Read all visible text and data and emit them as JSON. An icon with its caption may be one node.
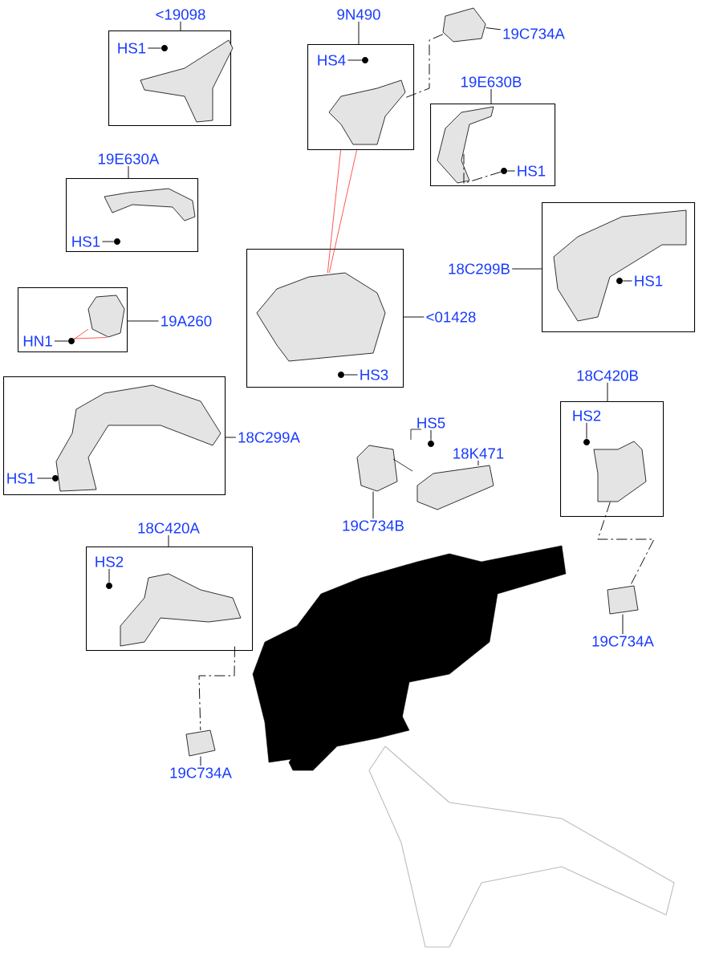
{
  "diagram": {
    "nodes": [
      {
        "text": [
          "<19098"
        ]
      },
      {
        "text": [],
        "shape": "box"
      },
      {
        "text": [
          "HS1"
        ],
        "in": 1
      },
      {
        "text": [],
        "shape": "circle",
        "in": 1
      },
      {
        "text": [],
        "shape": "picture",
        "in": 1
      },
      {
        "text": [
          "9N490"
        ]
      },
      {
        "text": [],
        "shape": "box"
      },
      {
        "text": [
          "HS4"
        ],
        "in": 6
      },
      {
        "text": [],
        "shape": "circle",
        "in": 6
      },
      {
        "text": [],
        "shape": "picture",
        "in": 6
      },
      {
        "text": [],
        "shape": "picture"
      },
      {
        "text": [
          "19C734A"
        ]
      },
      {
        "text": [
          "19E630B"
        ]
      },
      {
        "text": [],
        "shape": "box"
      },
      {
        "text": [],
        "shape": "picture",
        "in": 13
      },
      {
        "text": [],
        "shape": "circle",
        "in": 13
      },
      {
        "text": [
          "HS1"
        ],
        "in": 13
      },
      {
        "text": [
          "19E630A"
        ]
      },
      {
        "text": [],
        "shape": "box"
      },
      {
        "text": [],
        "shape": "picture",
        "in": 18
      },
      {
        "text": [
          "HS1"
        ],
        "in": 18
      },
      {
        "text": [],
        "shape": "circle",
        "in": 18
      },
      {
        "text": [
          "18C299B"
        ]
      },
      {
        "text": [],
        "shape": "box"
      },
      {
        "text": [],
        "shape": "picture",
        "in": 23
      },
      {
        "text": [],
        "shape": "circle",
        "in": 23
      },
      {
        "text": [
          "HS1"
        ],
        "in": 23
      },
      {
        "text": [],
        "shape": "box"
      },
      {
        "text": [],
        "shape": "picture",
        "in": 27
      },
      {
        "text": [
          "<01428"
        ]
      },
      {
        "text": [],
        "shape": "circle",
        "in": 27
      },
      {
        "text": [
          "HS3"
        ],
        "in": 27
      },
      {
        "text": [],
        "shape": "box"
      },
      {
        "text": [],
        "shape": "picture",
        "in": 32
      },
      {
        "text": [],
        "shape": "circle",
        "in": 32
      },
      {
        "text": [
          "HN1"
        ],
        "in": 32
      },
      {
        "text": [
          "19A260"
        ]
      },
      {
        "text": [],
        "shape": "box"
      },
      {
        "text": [],
        "shape": "picture",
        "in": 37
      },
      {
        "text": [
          "HS1"
        ],
        "in": 37
      },
      {
        "text": [],
        "shape": "circle",
        "in": 37
      },
      {
        "text": [
          "18C299A"
        ]
      },
      {
        "text": [
          "18C420B"
        ]
      },
      {
        "text": [],
        "shape": "box"
      },
      {
        "text": [
          "HS2"
        ],
        "in": 43
      },
      {
        "text": [],
        "shape": "circle",
        "in": 43
      },
      {
        "text": [],
        "shape": "picture",
        "in": 43
      },
      {
        "text": [
          "HS5"
        ]
      },
      {
        "text": [],
        "shape": "circle"
      },
      {
        "text": [
          "18K471"
        ]
      },
      {
        "text": [],
        "shape": "picture"
      },
      {
        "text": [],
        "shape": "picture"
      },
      {
        "text": [
          "19C734B"
        ]
      },
      {
        "text": [
          "18C420A"
        ]
      },
      {
        "text": [],
        "shape": "box"
      },
      {
        "text": [
          "HS2"
        ],
        "in": 54
      },
      {
        "text": [],
        "shape": "circle",
        "in": 54
      },
      {
        "text": [],
        "shape": "picture",
        "in": 54
      },
      {
        "text": [],
        "shape": "picture"
      },
      {
        "text": [
          "19C734A"
        ]
      },
      {
        "text": [],
        "shape": "picture"
      },
      {
        "text": [
          "19C734A"
        ]
      }
    ],
    "edges": [
      {
        "from": 0,
        "to": 1,
        "arrow": "none"
      },
      {
        "from": 2,
        "to": 3,
        "arrow": "none"
      },
      {
        "from": 5,
        "to": 6,
        "arrow": "none"
      },
      {
        "from": 7,
        "to": 8,
        "arrow": "none"
      },
      {
        "from": 11,
        "to": 10,
        "arrow": "none"
      },
      {
        "from": 10,
        "to": 9,
        "arrow": "none",
        "style": "dashed"
      },
      {
        "from": 12,
        "to": 13,
        "arrow": "none"
      },
      {
        "from": 16,
        "to": 15,
        "arrow": "none"
      },
      {
        "from": 15,
        "to": 14,
        "arrow": "none",
        "style": "dashed"
      },
      {
        "from": 17,
        "to": 18,
        "arrow": "none"
      },
      {
        "from": 20,
        "to": 21,
        "arrow": "none"
      },
      {
        "from": 22,
        "to": 23,
        "arrow": "none"
      },
      {
        "from": 26,
        "to": 25,
        "arrow": "none"
      },
      {
        "from": 6,
        "to": 28,
        "arrow": "none",
        "color": "#ff0000"
      },
      {
        "from": 6,
        "to": 28,
        "arrow": "none",
        "color": "#ff0000"
      },
      {
        "from": 29,
        "to": 27,
        "arrow": "none"
      },
      {
        "from": 31,
        "to": 30,
        "arrow": "none"
      },
      {
        "from": 36,
        "to": 32,
        "arrow": "none"
      },
      {
        "from": 35,
        "to": 34,
        "arrow": "none"
      },
      {
        "from": 34,
        "to": 33,
        "arrow": "none",
        "color": "#ff0000"
      },
      {
        "from": 34,
        "to": 33,
        "arrow": "none",
        "color": "#ff0000"
      },
      {
        "from": 41,
        "to": 37,
        "arrow": "none"
      },
      {
        "from": 39,
        "to": 40,
        "arrow": "none"
      },
      {
        "from": 42,
        "to": 43,
        "arrow": "none"
      },
      {
        "from": 44,
        "to": 45,
        "arrow": "none"
      },
      {
        "from": 47,
        "to": 48,
        "arrow": "none"
      },
      {
        "from": 49,
        "to": 51,
        "arrow": "none"
      },
      {
        "from": 52,
        "to": 50,
        "arrow": "none"
      },
      {
        "from": 46,
        "to": 58,
        "arrow": "none",
        "style": "dashed"
      },
      {
        "from": 53,
        "to": 54,
        "arrow": "none"
      },
      {
        "from": 55,
        "to": 56,
        "arrow": "none"
      },
      {
        "from": 57,
        "to": 60,
        "arrow": "none",
        "style": "dashed"
      },
      {
        "from": 59,
        "to": 58,
        "arrow": "none"
      },
      {
        "from": 61,
        "to": 60,
        "arrow": "none"
      }
    ]
  }
}
